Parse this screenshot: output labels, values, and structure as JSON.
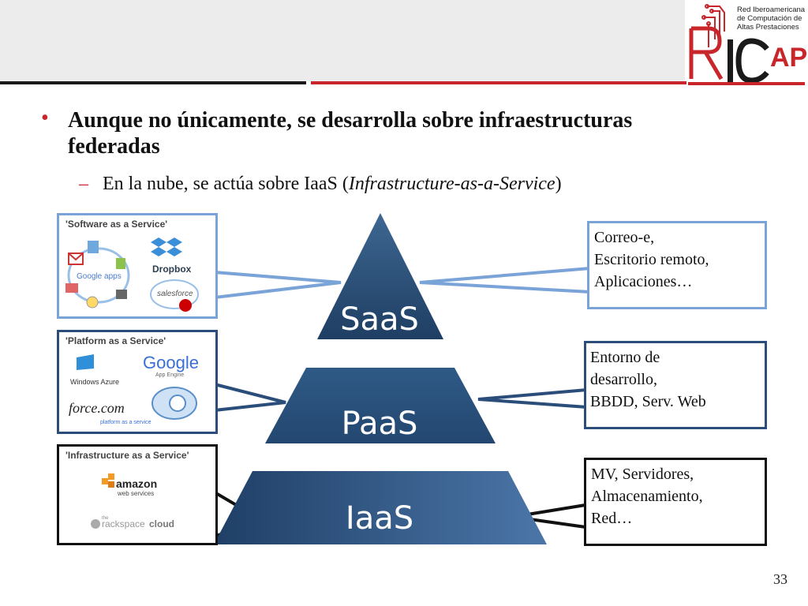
{
  "logo": {
    "lines": [
      "Red Iberoamericana",
      "de Computación de",
      "Altas Prestaciones"
    ],
    "mark": "RICAP"
  },
  "slide": {
    "bullet": "Aunque no únicamente, se desarrolla sobre infraestructuras federadas",
    "sub_prefix": "En la nube, se actúa sobre IaaS (",
    "sub_italic": "Infrastructure-as-a-Service",
    "sub_suffix": ")"
  },
  "pyramid": {
    "tiers": [
      "SaaS",
      "PaaS",
      "IaaS"
    ],
    "colors": [
      "#2a4e76",
      "#2d5a88",
      "#3b6a9b"
    ]
  },
  "panels": {
    "saas": {
      "title": "'Software as a Service'",
      "logos": [
        "Google apps",
        "Dropbox",
        "salesforce"
      ],
      "border": "#7aa3d8"
    },
    "paas": {
      "title": "'Platform as a Service'",
      "logos": [
        "Google",
        "App Engine",
        "Windows Azure",
        "force.com",
        "platform as a service"
      ],
      "border": "#2b4d7a"
    },
    "iaas": {
      "title": "'Infrastructure as a Service'",
      "logos": [
        "amazon",
        "web services",
        "the",
        "rackspace",
        "cloud"
      ],
      "border": "#111111"
    }
  },
  "descriptions": {
    "saas": [
      "Correo-e,",
      "Escritorio remoto,",
      "Aplicaciones…"
    ],
    "paas": [
      "Entorno de",
      "desarrollo,",
      "BBDD, Serv. Web"
    ],
    "iaas": [
      "MV, Servidores,",
      "Almacenamiento,",
      "Red…"
    ]
  },
  "page_number": "33"
}
